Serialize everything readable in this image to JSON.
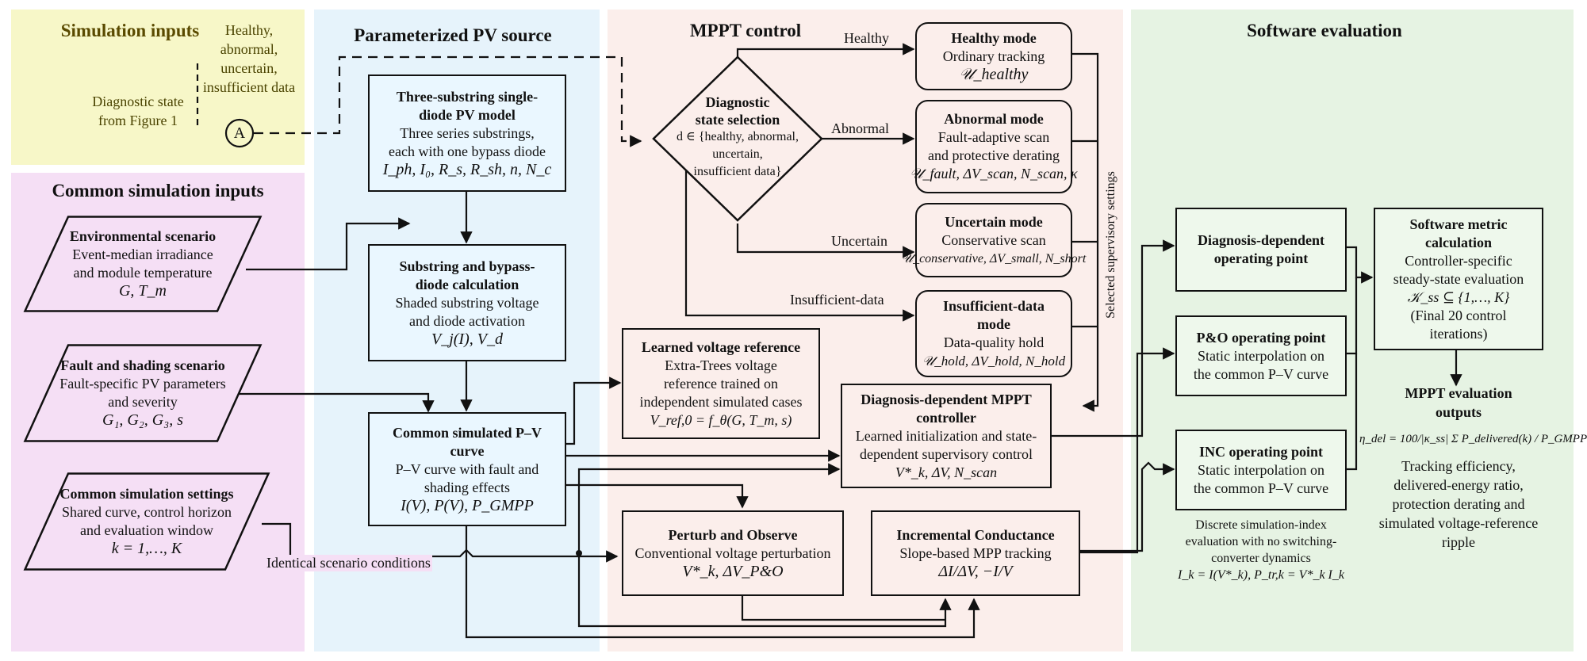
{
  "panels": {
    "sim_inputs": {
      "title": "Simulation inputs",
      "color": "#f7f7c8"
    },
    "common_inputs": {
      "title": "Common simulation inputs",
      "color": "#f5dff5"
    },
    "pv_source": {
      "title": "Parameterized PV source",
      "color": "#e6f3fb"
    },
    "mppt": {
      "title": "MPPT control",
      "color": "#fbeeeb"
    },
    "software": {
      "title": "Software evaluation",
      "color": "#e6f3e3"
    }
  },
  "sim_inputs": {
    "diag_state_1": "Diagnostic state",
    "diag_state_2": "from Figure 1",
    "states_1": "Healthy,",
    "states_2": "abnormal,",
    "states_3": "uncertain,",
    "states_4": "insufficient data",
    "connector": "A"
  },
  "common_inputs": {
    "env": {
      "title": "Environmental scenario",
      "line1": "Event-median irradiance",
      "line2": "and module temperature",
      "math": "G, T_m"
    },
    "fault": {
      "title": "Fault and shading scenario",
      "line1": "Fault-specific PV parameters",
      "line2": "and severity",
      "math": "G₁, G₂, G₃, s"
    },
    "settings": {
      "title": "Common simulation settings",
      "line1": "Shared curve, control horizon",
      "line2": "and evaluation window",
      "math": "k = 1,…, K"
    }
  },
  "pv_source": {
    "model": {
      "title1": "Three-substring single-",
      "title2": "diode PV model",
      "line1": "Three series substrings,",
      "line2": "each with one bypass diode",
      "math": "I_ph, I₀, R_s, R_sh, n, N_c"
    },
    "substring": {
      "title1": "Substring and bypass-",
      "title2": "diode calculation",
      "line1": "Shaded substring voltage",
      "line2": "and diode activation",
      "math": "V_j(I), V_d"
    },
    "curve": {
      "title1": "Common simulated P–V",
      "title2": "curve",
      "line1": "P–V curve with fault and",
      "line2": "shading effects",
      "math": "I(V), P(V), P_GMPP"
    }
  },
  "mppt": {
    "diamond": {
      "title1": "Diagnostic",
      "title2": "state selection",
      "line1": "d ∈ {healthy, abnormal,",
      "line2": "uncertain,",
      "line3": "insufficient data}"
    },
    "branch_labels": {
      "healthy": "Healthy",
      "abnormal": "Abnormal",
      "uncertain": "Uncertain",
      "insufficient": "Insufficient-data"
    },
    "healthy": {
      "title": "Healthy mode",
      "line1": "Ordinary tracking",
      "math": "𝒰_healthy"
    },
    "abnormal": {
      "title": "Abnormal mode",
      "line1": "Fault-adaptive scan",
      "line2": "and protective derating",
      "math": "𝒰_fault, ΔV_scan, N_scan, κ"
    },
    "uncertain": {
      "title": "Uncertain mode",
      "line1": "Conservative scan",
      "math": "𝒰_conservative, ΔV_small, N_short"
    },
    "insufficient": {
      "title1": "Insufficient-data",
      "title2": "mode",
      "line1": "Data-quality hold",
      "math": "𝒰_hold, ΔV_hold, N_hold"
    },
    "selected_settings": "Selected supervisory settings",
    "learned": {
      "title": "Learned voltage reference",
      "line1": "Extra-Trees voltage",
      "line2": "reference trained on",
      "line3": "independent simulated cases",
      "math": "V_ref,0 = f_θ(G, T_m, s)"
    },
    "controller": {
      "title1": "Diagnosis-dependent MPPT",
      "title2": "controller",
      "line1": "Learned initialization and state-",
      "line2": "dependent supervisory control",
      "math": "V*_k, ΔV, N_scan"
    },
    "po": {
      "title": "Perturb and Observe",
      "line1": "Conventional voltage perturbation",
      "math": "V*_k, ΔV_P&O"
    },
    "inc": {
      "title": "Incremental Conductance",
      "line1": "Slope-based MPP tracking",
      "math": "ΔI/ΔV, −I/V"
    },
    "identical": "Identical scenario conditions"
  },
  "software": {
    "diag_point": {
      "title1": "Diagnosis-dependent",
      "title2": "operating point"
    },
    "po_point": {
      "title": "P&O operating point",
      "line1": "Static interpolation on",
      "line2": "the common P–V curve"
    },
    "inc_point": {
      "title": "INC operating point",
      "line1": "Static interpolation on",
      "line2": "the common P–V curve"
    },
    "metric": {
      "title1": "Software metric",
      "title2": "calculation",
      "line1": "Controller-specific",
      "line2": "steady-state evaluation",
      "math": "𝒦_ss ⊆ {1,…, K}",
      "line3": "(Final 20 control",
      "line4": "iterations)"
    },
    "note1": "Discrete simulation-index",
    "note2": "evaluation with no switching-",
    "note3": "converter dynamics",
    "note_math": "I_k = I(V*_k),   P_tr,k = V*_k I_k",
    "outputs": {
      "title1": "MPPT evaluation",
      "title2": "outputs",
      "formula": "η_del = 100/|κ_ss| Σ P_delivered(k) / P_GMPP",
      "line1": "Tracking efficiency,",
      "line2": "delivered-energy ratio,",
      "line3": "protection derating and",
      "line4": "simulated voltage-reference",
      "line5": "ripple"
    }
  }
}
